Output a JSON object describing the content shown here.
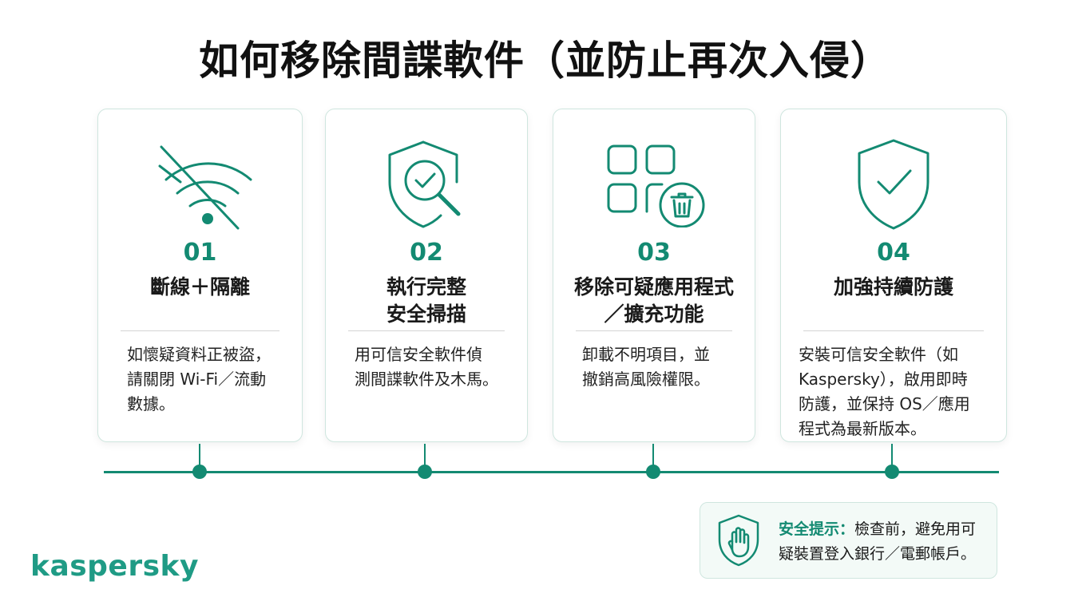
{
  "title": "如何移除間諜軟件（並防止再次入侵）",
  "accent_color": "#138a72",
  "steps": [
    {
      "number": "01",
      "icon": "wifi-off-icon",
      "heading_lines": [
        "斷線＋隔離"
      ],
      "desc_lines": [
        "如懷疑資料正被盜，",
        "請關閉 Wi-Fi／流動",
        "數據。"
      ]
    },
    {
      "number": "02",
      "icon": "shield-scan-icon",
      "heading_lines": [
        "執行完整",
        "安全掃描"
      ],
      "desc_lines": [
        "用可信安全軟件偵",
        "測間諜軟件及木馬。"
      ]
    },
    {
      "number": "03",
      "icon": "app-remove-icon",
      "heading_lines": [
        "移除可疑應用程式",
        "／擴充功能"
      ],
      "desc_lines": [
        "卸載不明項目，並",
        "撤銷高風險權限。"
      ]
    },
    {
      "number": "04",
      "icon": "shield-check-icon",
      "heading_lines": [
        "加強持續防護"
      ],
      "desc_lines": [
        "安裝可信安全軟件（如",
        "Kaspersky），啟用即時",
        "防護，並保持 OS／應用",
        "程式為最新版本。"
      ]
    }
  ],
  "tip": {
    "icon": "shield-hand-icon",
    "label": "安全提示：",
    "text_line1": "檢查前，避免用可",
    "text_line2": "疑裝置登入銀行／電郵帳戶。"
  },
  "logo_text": "kaspersky"
}
